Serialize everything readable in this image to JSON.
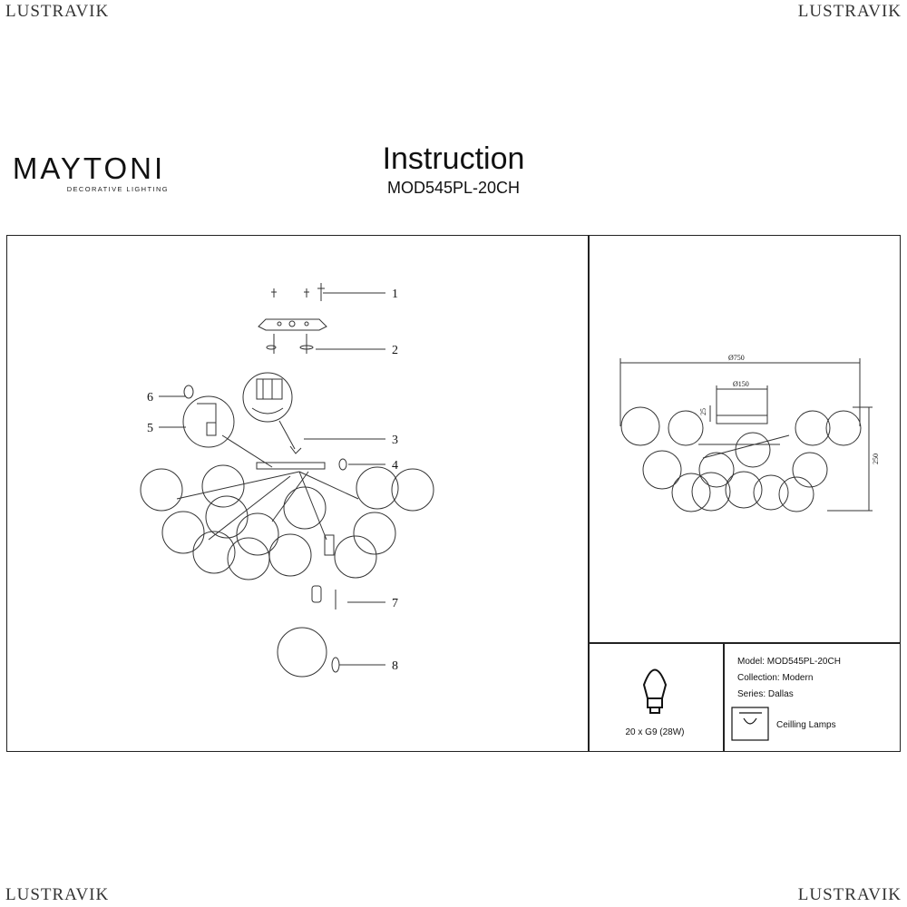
{
  "watermark": "LUSTRAVIK",
  "brand": {
    "name": "MAYTONI",
    "tagline": "DECORATIVE LIGHTING"
  },
  "header": {
    "title": "Instruction",
    "model": "MOD545PL-20CH"
  },
  "callouts": [
    "1",
    "2",
    "3",
    "4",
    "5",
    "6",
    "7",
    "8"
  ],
  "dimensions": {
    "diameter": "Ø750",
    "canopy": "Ø150",
    "canopy_height": "25",
    "height": "250"
  },
  "lamp": {
    "label": "20 x G9 (28W)"
  },
  "specs": {
    "model": "Model: MOD545PL-20CH",
    "collection": "Collection: Modern",
    "series": "Series: Dallas",
    "type": "Ceilling Lamps"
  },
  "icons": [
    "bulb-icon",
    "ceiling-lamp-icon"
  ]
}
